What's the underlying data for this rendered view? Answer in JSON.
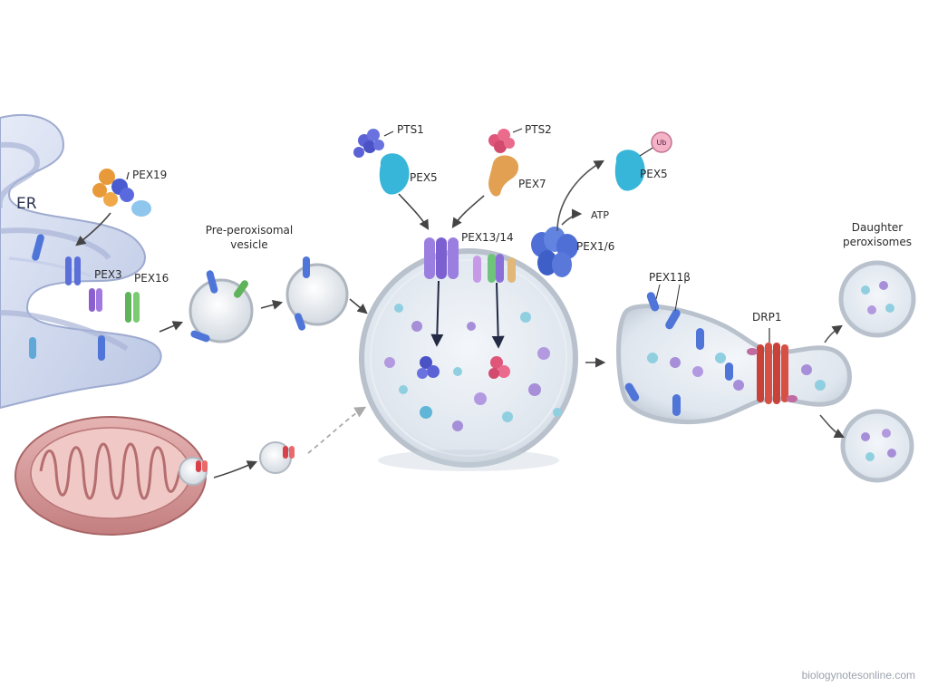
{
  "labels": {
    "er": "ER",
    "pex19": "PEX19",
    "pex3": "PEX3",
    "pex16": "PEX16",
    "pre_vesicle_line1": "Pre-peroxisomal",
    "pre_vesicle_line2": "vesicle",
    "pts1": "PTS1",
    "pex5_top": "PEX5",
    "pts2": "PTS2",
    "pex7": "PEX7",
    "pex13_14": "PEX13/14",
    "atp": "ATP",
    "pex1_6": "PEX1/6",
    "ub": "Ub",
    "pex5_recycled": "PEX5",
    "pex11b": "PEX11β",
    "drp1": "DRP1",
    "daughter_line1": "Daughter",
    "daughter_line2": "peroxisomes"
  },
  "watermark": "biologynotesonline.com",
  "colors": {
    "er": "#c9d3ec",
    "mitochondrion": "#d89a9a",
    "pex5": "#37b6d9",
    "pex7": "#e2a052",
    "pts1_cargo": "#5a62d6",
    "pts2_cargo": "#e0557a",
    "pex19": "#e89a3a",
    "pex3": "#8a5fd0",
    "pex16": "#5fb35a",
    "pex13_14": "#9b7fe0",
    "pex1_6": "#4f6fd6",
    "drp1": "#c8423a",
    "ub": "#f5b3c8",
    "membrane": "#d6dde6"
  },
  "icons": {
    "er": "er-membrane",
    "mitochondrion": "mitochondrion-organelle",
    "peroxisome": "peroxisome-organelle",
    "arrow": "process-arrow"
  }
}
